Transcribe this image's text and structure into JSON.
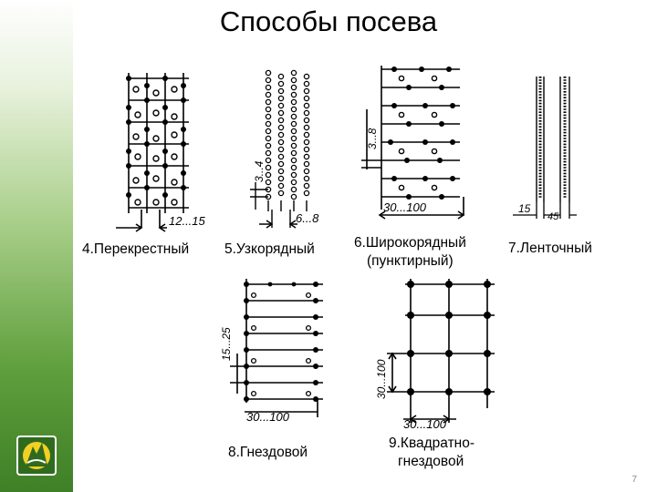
{
  "title": "Способы посева",
  "labels": {
    "m4": "4.Перекрестный",
    "m5": "5.Узкорядный",
    "m6a": "6.Широкорядный",
    "m6b": "(пунктирный)",
    "m7": "7.Ленточный",
    "m8": "8.Гнездовой",
    "m9a": "9.Квадратно-",
    "m9b": "гнездовой"
  },
  "dims": {
    "cross": "12...15",
    "narrow_v": "3...4",
    "narrow_h": "6...8",
    "wide_v": "3...8",
    "wide_h": "30...100",
    "band_a": "15",
    "band_b": "45",
    "nest_v": "15...25",
    "nest_h": "30...100",
    "square_v": "30...100",
    "square_h": "30...100"
  },
  "page_number": "7",
  "colors": {
    "sidebar_top": "#ffffff",
    "sidebar_bottom": "#3f7f27"
  }
}
